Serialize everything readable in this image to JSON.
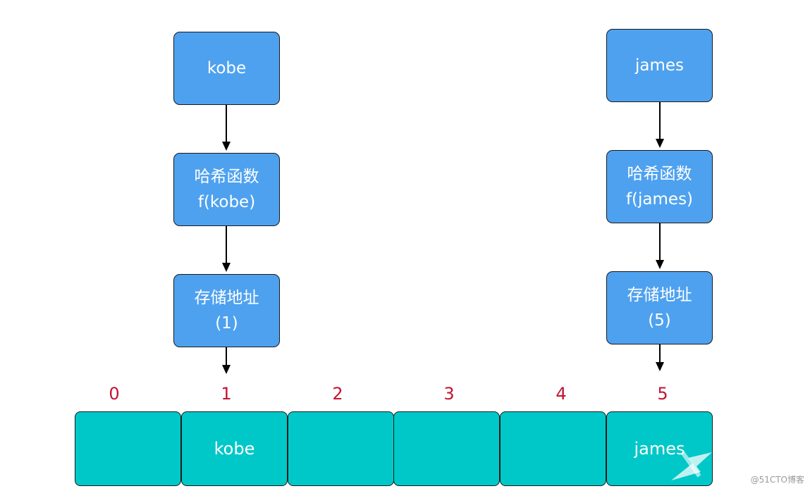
{
  "left_flow": {
    "key": "kobe",
    "hash_line1": "哈希函数",
    "hash_line2": "f(kobe)",
    "addr_line1": "存储地址",
    "addr_line2": "(1)"
  },
  "right_flow": {
    "key": "james",
    "hash_line1": "哈希函数",
    "hash_line2": "f(james)",
    "addr_line1": "存储地址",
    "addr_line2": "(5)"
  },
  "array": {
    "indices": [
      "0",
      "1",
      "2",
      "3",
      "4",
      "5"
    ],
    "cells": [
      "",
      "kobe",
      "",
      "",
      "",
      "james"
    ]
  },
  "watermark": "@51CTO博客",
  "colors": {
    "box": "#4ea1ef",
    "cell": "#00c8c8",
    "index": "#c21431"
  }
}
